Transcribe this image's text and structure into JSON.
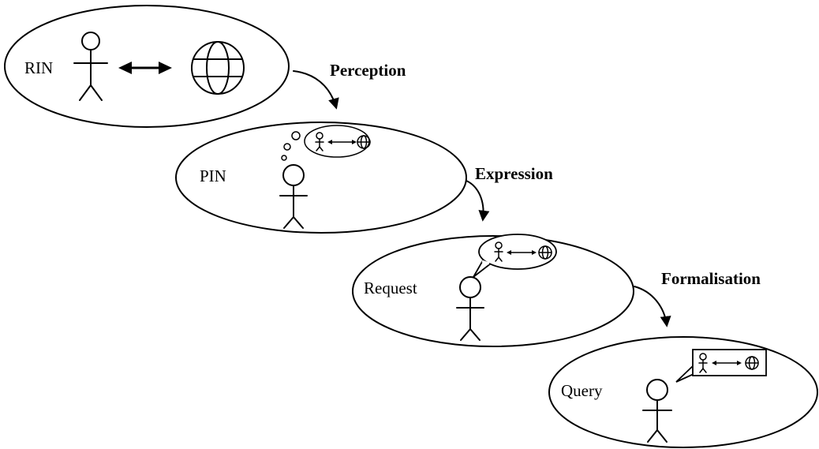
{
  "stages": [
    {
      "id": "rin",
      "label": "RIN"
    },
    {
      "id": "pin",
      "label": "PIN"
    },
    {
      "id": "request",
      "label": "Request"
    },
    {
      "id": "query",
      "label": "Query"
    }
  ],
  "transitions": [
    {
      "from": "rin",
      "to": "pin",
      "label": "Perception"
    },
    {
      "from": "pin",
      "to": "request",
      "label": "Expression"
    },
    {
      "from": "request",
      "to": "query",
      "label": "Formalisation"
    }
  ],
  "icons": {
    "person": "stick-figure-icon",
    "world": "globe-icon",
    "relation": "double-arrow-icon"
  },
  "colors": {
    "stroke": "#000000",
    "background": "#ffffff"
  }
}
